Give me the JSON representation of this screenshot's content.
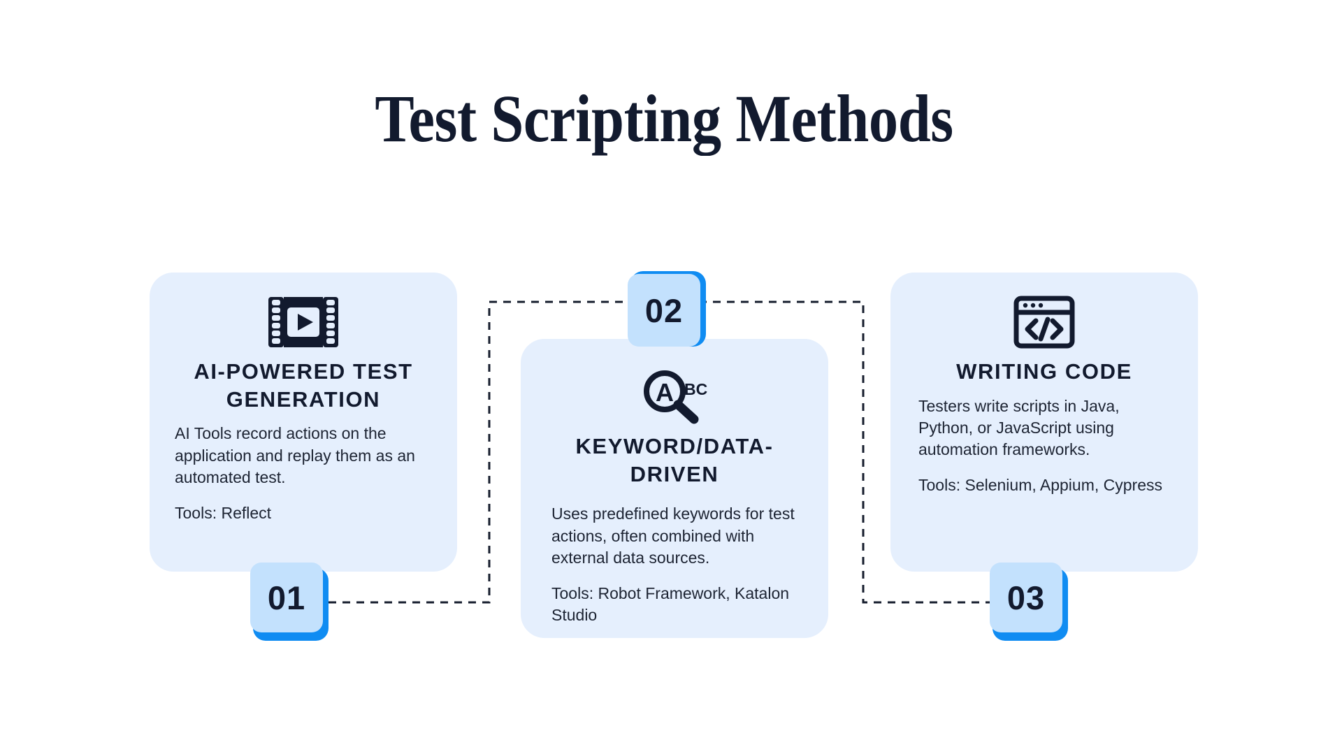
{
  "title": "Test Scripting Methods",
  "theme": {
    "background": "#ffffff",
    "card_bg": "#e5effd",
    "badge_face": "#c3e1fd",
    "badge_accent": "#108cf2",
    "ink": "#121a2e",
    "body_text": "#1d2433",
    "connector": "#151c2c"
  },
  "cards": [
    {
      "number": "01",
      "icon": "film-strip-play-icon",
      "heading": "AI-POWERED TEST GENERATION",
      "body": "AI Tools record actions on the application and replay them as an automated test.",
      "tools": "Tools: Reflect"
    },
    {
      "number": "02",
      "icon": "magnifier-abc-icon",
      "heading": "KEYWORD/DATA-DRIVEN",
      "body": "Uses predefined keywords for test actions, often combined with external data sources.",
      "tools": "Tools: Robot Framework, Katalon Studio"
    },
    {
      "number": "03",
      "icon": "code-window-icon",
      "heading": "WRITING CODE",
      "body": "Testers write scripts in Java, Python, or JavaScript using automation frameworks.",
      "tools": "Tools: Selenium, Appium, Cypress"
    }
  ]
}
